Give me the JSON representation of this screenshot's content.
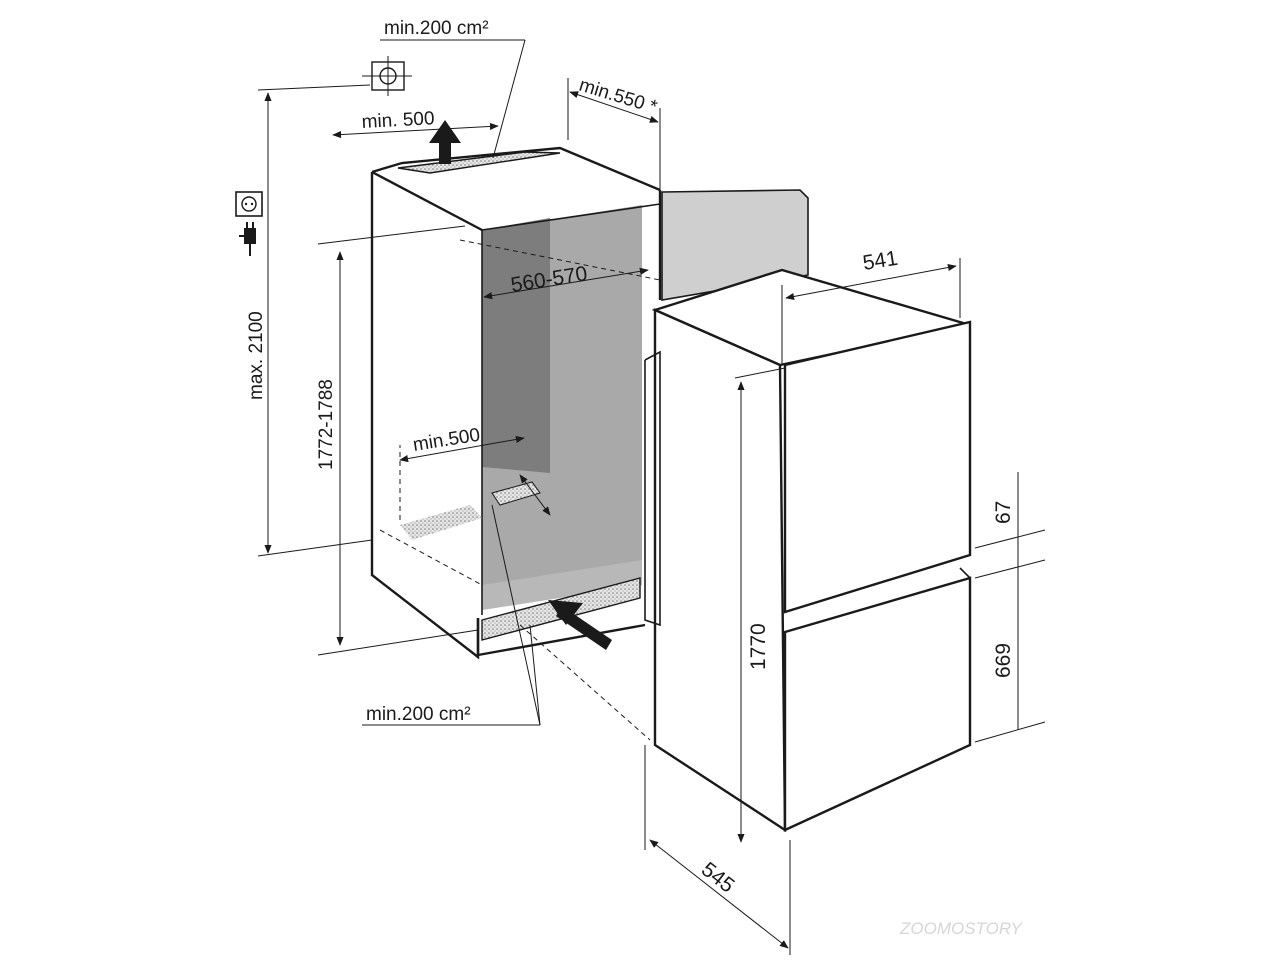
{
  "labels": {
    "vent_top_area": "min.200 cm²",
    "vent_top_width": "min. 500",
    "depth_top": "min.550 *",
    "max_height": "max. 2100",
    "niche_width": "560-570",
    "niche_height": "1772-1788",
    "inner_width": "min.500",
    "vent_bottom_area": "min.200 cm²",
    "appliance_width": "541",
    "appliance_height": "1770",
    "appliance_depth": "545",
    "door_gap": "67",
    "lower_door": "669"
  },
  "watermark": "ZOOMOSTORY",
  "icons": [
    "ventilation-symbol-icon",
    "power-socket-icon",
    "power-plug-icon",
    "airflow-up-arrow-icon",
    "airflow-in-arrow-icon"
  ],
  "colors": {
    "line": "#1a1a1a",
    "niche_back": "#a9a9a9",
    "niche_side": "#7d7d7d",
    "niche_floor": "#b8b8b8",
    "door_panel": "#cfcfcf"
  }
}
